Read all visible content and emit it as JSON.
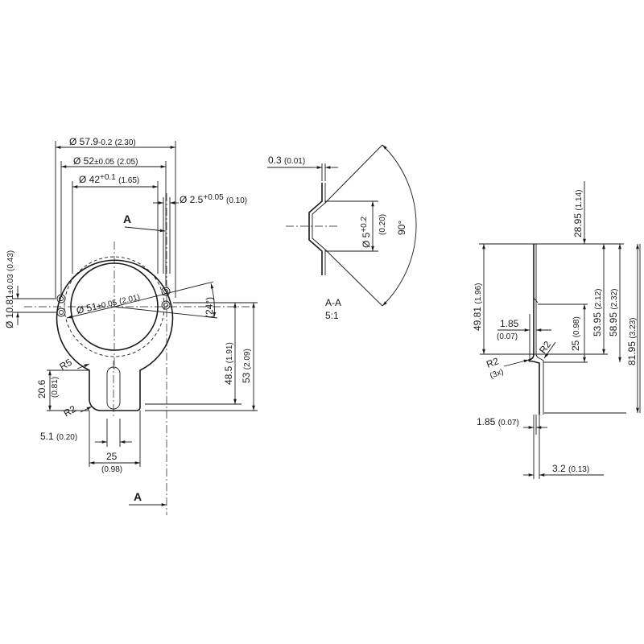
{
  "front_view": {
    "dia_outer": {
      "main": "Ø 57.9",
      "tol": "-0.2",
      "alt": "(2.30)"
    },
    "dia_bolt": {
      "main": "Ø 52",
      "tol": "±0.05",
      "alt": "(2.05)"
    },
    "dia_inner": {
      "main": "Ø 42",
      "tol": "+0.1",
      "alt": "(1.65)"
    },
    "dia_hole": {
      "main": "Ø 2.5",
      "tol": "+0.05",
      "alt": "(0.10)"
    },
    "hole_spacing": {
      "main": "Ø 10.81",
      "tol": "±0.03",
      "alt": "(0.43)"
    },
    "dia_circle": {
      "main": "Ø 51",
      "tol": "±0.05",
      "alt": "(2.01)"
    },
    "angle": "(24°)",
    "dim_48_5": {
      "main": "48.5",
      "alt": "(1.91)"
    },
    "dim_53": {
      "main": "53",
      "alt": "(2.09)"
    },
    "radius_r5": "R5",
    "radius_r2": "R2",
    "dim_20_6": {
      "main": "20.6",
      "alt": "(0.81)"
    },
    "dim_5_1": {
      "main": "5.1",
      "alt": "(0.20)"
    },
    "dim_25": {
      "main": "25",
      "alt": "(0.98)"
    },
    "section_marker": "A"
  },
  "section_view": {
    "thickness": {
      "main": "0.3",
      "alt": "(0.01)"
    },
    "dia_5": {
      "main": "Ø 5",
      "tol": "+0.2",
      "alt": "(0.20)"
    },
    "angle": "90°",
    "title": "A-A",
    "scale": "5:1"
  },
  "side_view": {
    "dim_28_95": {
      "main": "28.95",
      "alt": "(1.14)"
    },
    "dim_49_81": {
      "main": "49.81",
      "alt": "(1.96)"
    },
    "dim_53_95": {
      "main": "53.95",
      "alt": "(2.12)"
    },
    "dim_58_95": {
      "main": "58.95",
      "alt": "(2.32)"
    },
    "dim_81_95": {
      "main": "81.95",
      "alt": "(3.23)"
    },
    "dim_1_85_top": {
      "main": "1.85",
      "alt": "(0.07)"
    },
    "dim_25": {
      "main": "25",
      "alt": "(0.98)"
    },
    "radius": "R2",
    "radius_count": "(3x)",
    "radius_right": "R2",
    "dim_1_85_bottom": {
      "main": "1.85",
      "alt": "(0.07)"
    },
    "dim_3_2": {
      "main": "3.2",
      "alt": "(0.13)"
    }
  }
}
